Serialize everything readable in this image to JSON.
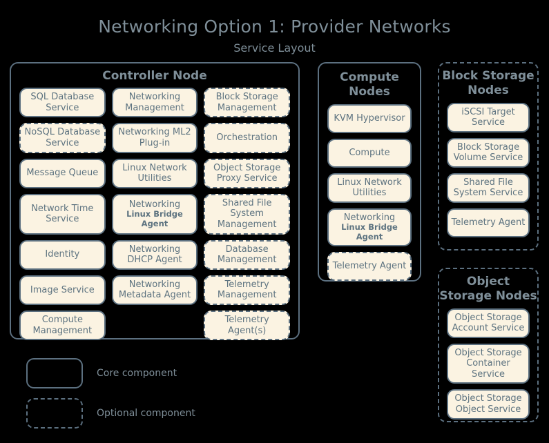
{
  "title": "Networking Option 1: Provider Networks",
  "subtitle": "Service Layout",
  "colors": {
    "background": "#000000",
    "box_fill": "#fbf3e2",
    "border": "#5c7080",
    "box_text": "#5d7380",
    "heading_text": "#7f8f99"
  },
  "groups": {
    "controller": {
      "title": "Controller Node",
      "border_style": "solid",
      "columns": [
        [
          {
            "label": "SQL Database Service",
            "style": "solid"
          },
          {
            "label": "NoSQL Database Service",
            "style": "dashed"
          },
          {
            "label": "Message Queue",
            "style": "solid"
          },
          {
            "label": "Network Time Service",
            "style": "solid"
          },
          {
            "label": "Identity",
            "style": "solid"
          },
          {
            "label": "Image Service",
            "style": "solid"
          },
          {
            "label": "Compute Management",
            "style": "solid"
          }
        ],
        [
          {
            "label": "Networking Management",
            "style": "solid"
          },
          {
            "label": "Networking ML2 Plug-in",
            "style": "solid"
          },
          {
            "label": "Linux Network Utilities",
            "style": "solid"
          },
          {
            "main": "Networking",
            "sub": "Linux Bridge Agent",
            "style": "solid"
          },
          {
            "label": "Networking DHCP Agent",
            "style": "solid"
          },
          {
            "label": "Networking Metadata Agent",
            "style": "solid"
          },
          {
            "label": "",
            "style": "empty"
          }
        ],
        [
          {
            "label": "Block Storage Management",
            "style": "dashed"
          },
          {
            "label": "Orchestration",
            "style": "dashed"
          },
          {
            "label": "Object Storage Proxy Service",
            "style": "dashed"
          },
          {
            "label": "Shared File System Management",
            "style": "dashed"
          },
          {
            "label": "Database Management",
            "style": "dashed"
          },
          {
            "label": "Telemetry Management",
            "style": "dashed"
          },
          {
            "label": "Telemetry Agent(s)",
            "style": "dashed"
          }
        ]
      ]
    },
    "compute": {
      "title": "Compute Nodes",
      "border_style": "solid",
      "items": [
        {
          "label": "KVM Hypervisor",
          "style": "solid"
        },
        {
          "label": "Compute",
          "style": "solid"
        },
        {
          "label": "Linux Network Utilities",
          "style": "solid"
        },
        {
          "main": "Networking",
          "sub": "Linux Bridge Agent",
          "style": "solid"
        },
        {
          "label": "Telemetry Agent",
          "style": "dashed"
        }
      ]
    },
    "block_storage": {
      "title": "Block Storage Nodes",
      "border_style": "dashed",
      "items": [
        {
          "label": "iSCSI Target Service",
          "style": "solid"
        },
        {
          "label": "Block Storage Volume Service",
          "style": "solid"
        },
        {
          "label": "Shared File System Service",
          "style": "solid"
        },
        {
          "label": "Telemetry Agent",
          "style": "solid"
        }
      ]
    },
    "object_storage": {
      "title": "Object Storage Nodes",
      "border_style": "dashed",
      "items": [
        {
          "label": "Object Storage Account Service",
          "style": "solid"
        },
        {
          "label": "Object Storage Container Service",
          "style": "solid"
        },
        {
          "label": "Object Storage Object Service",
          "style": "solid"
        }
      ]
    }
  },
  "legend": {
    "items": [
      {
        "label": "Core component",
        "style": "solid"
      },
      {
        "label": "Optional component",
        "style": "dashed"
      }
    ]
  }
}
